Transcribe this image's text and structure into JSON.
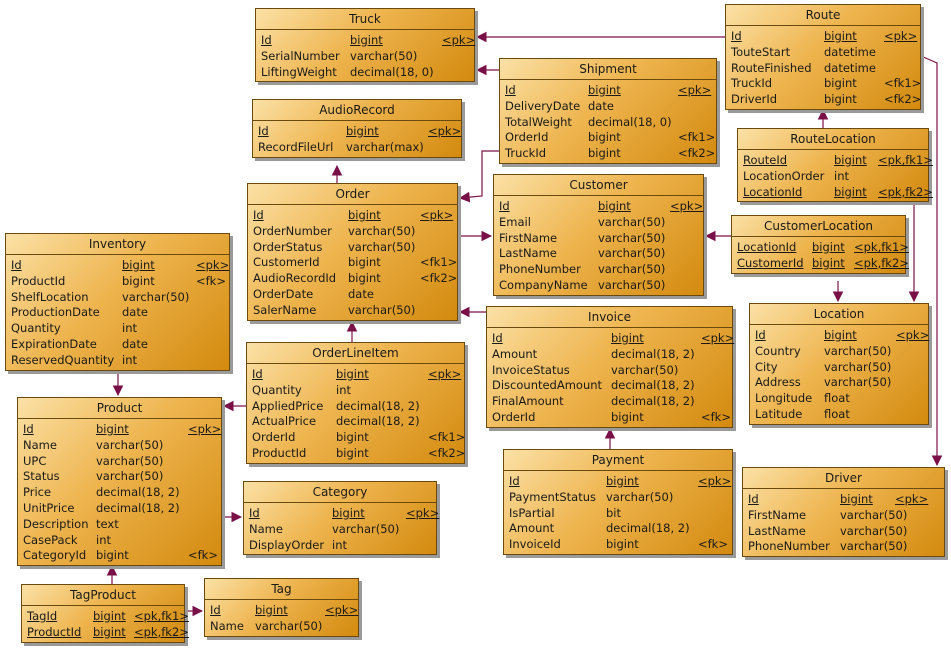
{
  "entities": [
    {
      "id": "truck",
      "title": "Truck",
      "rows": [
        {
          "name": "Id",
          "type": "bigint",
          "key": "<pk>",
          "pk": true
        },
        {
          "name": "SerialNumber",
          "type": "varchar(50)",
          "key": ""
        },
        {
          "name": "LiftingWeight",
          "type": "decimal(18, 0)",
          "key": ""
        }
      ]
    },
    {
      "id": "route",
      "title": "Route",
      "rows": [
        {
          "name": "Id",
          "type": "bigint",
          "key": "<pk>",
          "pk": true
        },
        {
          "name": "TouteStart",
          "type": "datetime",
          "key": ""
        },
        {
          "name": "RouteFinished",
          "type": "datetime",
          "key": ""
        },
        {
          "name": "TruckId",
          "type": "bigint",
          "key": "<fk1>"
        },
        {
          "name": "DriverId",
          "type": "bigint",
          "key": "<fk2>"
        }
      ]
    },
    {
      "id": "shipment",
      "title": "Shipment",
      "rows": [
        {
          "name": "Id",
          "type": "bigint",
          "key": "<pk>",
          "pk": true
        },
        {
          "name": "DeliveryDate",
          "type": "date",
          "key": ""
        },
        {
          "name": "TotalWeight",
          "type": "decimal(18, 0)",
          "key": ""
        },
        {
          "name": "OrderId",
          "type": "bigint",
          "key": "<fk1>"
        },
        {
          "name": "TruckId",
          "type": "bigint",
          "key": "<fk2>"
        }
      ]
    },
    {
      "id": "audiorecord",
      "title": "AudioRecord",
      "rows": [
        {
          "name": "Id",
          "type": "bigint",
          "key": "<pk>",
          "pk": true
        },
        {
          "name": "RecordFileUrl",
          "type": "varchar(max)",
          "key": ""
        }
      ]
    },
    {
      "id": "routelocation",
      "title": "RouteLocation",
      "rows": [
        {
          "name": "RouteId",
          "type": "bigint",
          "key": "<pk,fk1>",
          "pk": true
        },
        {
          "name": "LocationOrder",
          "type": "int",
          "key": ""
        },
        {
          "name": "LocationId",
          "type": "bigint",
          "key": "<pk,fk2>",
          "pk": true
        }
      ]
    },
    {
      "id": "order",
      "title": "Order",
      "rows": [
        {
          "name": "Id",
          "type": "bigint",
          "key": "<pk>",
          "pk": true
        },
        {
          "name": "OrderNumber",
          "type": "varchar(50)",
          "key": ""
        },
        {
          "name": "OrderStatus",
          "type": "varchar(50)",
          "key": ""
        },
        {
          "name": "CustomerId",
          "type": "bigint",
          "key": "<fk1>"
        },
        {
          "name": "AudioRecordId",
          "type": "bigint",
          "key": "<fk2>"
        },
        {
          "name": "OrderDate",
          "type": "date",
          "key": ""
        },
        {
          "name": "SalerName",
          "type": "varchar(50)",
          "key": ""
        }
      ]
    },
    {
      "id": "customer",
      "title": "Customer",
      "rows": [
        {
          "name": "Id",
          "type": "bigint",
          "key": "<pk>",
          "pk": true
        },
        {
          "name": "Email",
          "type": "varchar(50)",
          "key": ""
        },
        {
          "name": "FirstName",
          "type": "varchar(50)",
          "key": ""
        },
        {
          "name": "LastName",
          "type": "varchar(50)",
          "key": ""
        },
        {
          "name": "PhoneNumber",
          "type": "varchar(50)",
          "key": ""
        },
        {
          "name": "CompanyName",
          "type": "varchar(50)",
          "key": ""
        }
      ]
    },
    {
      "id": "customerlocation",
      "title": "CustomerLocation",
      "rows": [
        {
          "name": "LocationId",
          "type": "bigint",
          "key": "<pk,fk1>",
          "pk": true
        },
        {
          "name": "CustomerId",
          "type": "bigint",
          "key": "<pk,fk2>",
          "pk": true
        }
      ]
    },
    {
      "id": "inventory",
      "title": "Inventory",
      "rows": [
        {
          "name": "Id",
          "type": "bigint",
          "key": "<pk>",
          "pk": true
        },
        {
          "name": "ProductId",
          "type": "bigint",
          "key": "<fk>"
        },
        {
          "name": "ShelfLocation",
          "type": "varchar(50)",
          "key": ""
        },
        {
          "name": "ProductionDate",
          "type": "date",
          "key": ""
        },
        {
          "name": "Quantity",
          "type": "int",
          "key": ""
        },
        {
          "name": "ExpirationDate",
          "type": "date",
          "key": ""
        },
        {
          "name": "ReservedQuantity",
          "type": "int",
          "key": ""
        }
      ]
    },
    {
      "id": "invoice",
      "title": "Invoice",
      "rows": [
        {
          "name": "Id",
          "type": "bigint",
          "key": "<pk>",
          "pk": true
        },
        {
          "name": "Amount",
          "type": "decimal(18, 2)",
          "key": ""
        },
        {
          "name": "InvoiceStatus",
          "type": "varchar(50)",
          "key": ""
        },
        {
          "name": "DiscountedAmount",
          "type": "decimal(18, 2)",
          "key": ""
        },
        {
          "name": "FinalAmount",
          "type": "decimal(18, 2)",
          "key": ""
        },
        {
          "name": "OrderId",
          "type": "bigint",
          "key": "<fk>"
        }
      ]
    },
    {
      "id": "location",
      "title": "Location",
      "rows": [
        {
          "name": "Id",
          "type": "bigint",
          "key": "<pk>",
          "pk": true
        },
        {
          "name": "Country",
          "type": "varchar(50)",
          "key": ""
        },
        {
          "name": "City",
          "type": "varchar(50)",
          "key": ""
        },
        {
          "name": "Address",
          "type": "varchar(50)",
          "key": ""
        },
        {
          "name": "Longitude",
          "type": "float",
          "key": ""
        },
        {
          "name": "Latitude",
          "type": "float",
          "key": ""
        }
      ]
    },
    {
      "id": "orderlineitem",
      "title": "OrderLineItem",
      "rows": [
        {
          "name": "Id",
          "type": "bigint",
          "key": "<pk>",
          "pk": true
        },
        {
          "name": "Quantity",
          "type": "int",
          "key": ""
        },
        {
          "name": "AppliedPrice",
          "type": "decimal(18, 2)",
          "key": ""
        },
        {
          "name": "ActualPrice",
          "type": "decimal(18, 2)",
          "key": ""
        },
        {
          "name": "OrderId",
          "type": "bigint",
          "key": "<fk1>"
        },
        {
          "name": "ProductId",
          "type": "bigint",
          "key": "<fk2>"
        }
      ]
    },
    {
      "id": "product",
      "title": "Product",
      "rows": [
        {
          "name": "Id",
          "type": "bigint",
          "key": "<pk>",
          "pk": true
        },
        {
          "name": "Name",
          "type": "varchar(50)",
          "key": ""
        },
        {
          "name": "UPC",
          "type": "varchar(50)",
          "key": ""
        },
        {
          "name": "Status",
          "type": "varchar(50)",
          "key": ""
        },
        {
          "name": "Price",
          "type": "decimal(18, 2)",
          "key": ""
        },
        {
          "name": "UnitPrice",
          "type": "decimal(18, 2)",
          "key": ""
        },
        {
          "name": "Description",
          "type": "text",
          "key": ""
        },
        {
          "name": "CasePack",
          "type": "int",
          "key": ""
        },
        {
          "name": "CategoryId",
          "type": "bigint",
          "key": "<fk>"
        }
      ]
    },
    {
      "id": "payment",
      "title": "Payment",
      "rows": [
        {
          "name": "Id",
          "type": "bigint",
          "key": "<pk>",
          "pk": true
        },
        {
          "name": "PaymentStatus",
          "type": "varchar(50)",
          "key": ""
        },
        {
          "name": "IsPartial",
          "type": "bit",
          "key": ""
        },
        {
          "name": "Amount",
          "type": "decimal(18, 2)",
          "key": ""
        },
        {
          "name": "InvoiceId",
          "type": "bigint",
          "key": "<fk>"
        }
      ]
    },
    {
      "id": "driver",
      "title": "Driver",
      "rows": [
        {
          "name": "Id",
          "type": "bigint",
          "key": "<pk>",
          "pk": true
        },
        {
          "name": "FirstName",
          "type": "varchar(50)",
          "key": ""
        },
        {
          "name": "LastName",
          "type": "varchar(50)",
          "key": ""
        },
        {
          "name": "PhoneNumber",
          "type": "varchar(50)",
          "key": ""
        }
      ]
    },
    {
      "id": "category",
      "title": "Category",
      "rows": [
        {
          "name": "Id",
          "type": "bigint",
          "key": "<pk>",
          "pk": true
        },
        {
          "name": "Name",
          "type": "varchar(50)",
          "key": ""
        },
        {
          "name": "DisplayOrder",
          "type": "int",
          "key": ""
        }
      ]
    },
    {
      "id": "tagproduct",
      "title": "TagProduct",
      "rows": [
        {
          "name": "TagId",
          "type": "bigint",
          "key": "<pk,fk1>",
          "pk": true
        },
        {
          "name": "ProductId",
          "type": "bigint",
          "key": "<pk,fk2>",
          "pk": true
        }
      ]
    },
    {
      "id": "tag",
      "title": "Tag",
      "rows": [
        {
          "name": "Id",
          "type": "bigint",
          "key": "<pk>",
          "pk": true
        },
        {
          "name": "Name",
          "type": "varchar(50)",
          "key": ""
        }
      ]
    }
  ],
  "relationships": [
    {
      "from": "route",
      "to": "truck"
    },
    {
      "from": "shipment",
      "to": "truck"
    },
    {
      "from": "shipment",
      "to": "order"
    },
    {
      "from": "routelocation",
      "to": "route"
    },
    {
      "from": "routelocation",
      "to": "location"
    },
    {
      "from": "route",
      "to": "driver"
    },
    {
      "from": "order",
      "to": "audiorecord"
    },
    {
      "from": "order",
      "to": "customer"
    },
    {
      "from": "customerlocation",
      "to": "customer"
    },
    {
      "from": "customerlocation",
      "to": "location"
    },
    {
      "from": "invoice",
      "to": "order"
    },
    {
      "from": "payment",
      "to": "invoice"
    },
    {
      "from": "orderlineitem",
      "to": "order"
    },
    {
      "from": "orderlineitem",
      "to": "product"
    },
    {
      "from": "inventory",
      "to": "product"
    },
    {
      "from": "product",
      "to": "category"
    },
    {
      "from": "tagproduct",
      "to": "product"
    },
    {
      "from": "tagproduct",
      "to": "tag"
    }
  ],
  "colors": {
    "line": "#7a1048",
    "border": "#6b4a10",
    "fill_light": "#fbe1a6",
    "fill_dark": "#d38a0e"
  }
}
